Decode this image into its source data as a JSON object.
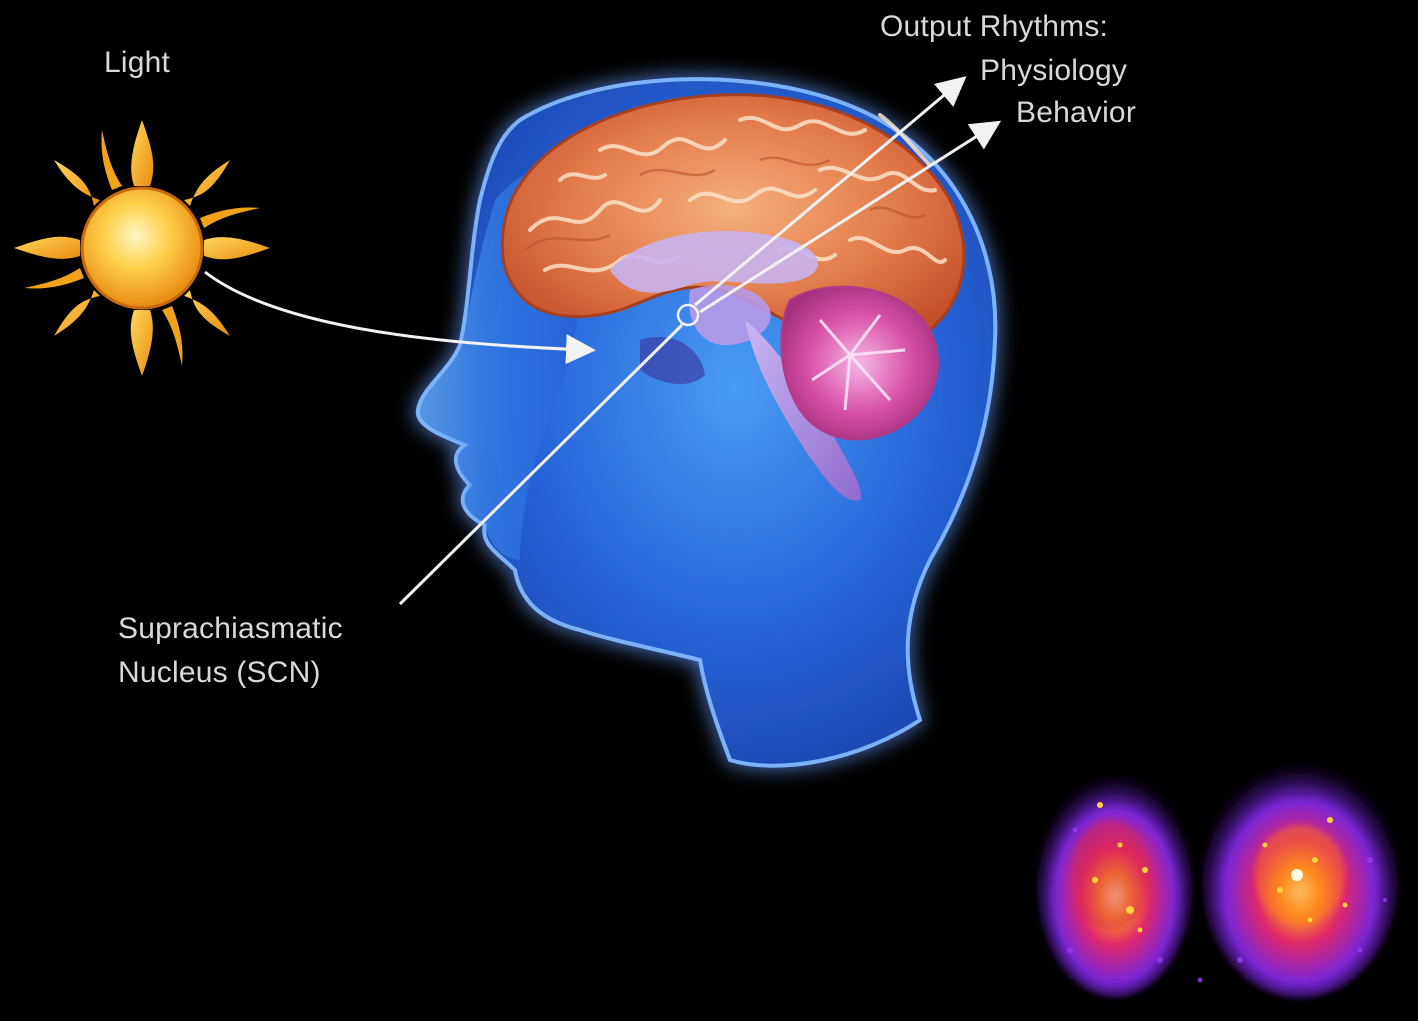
{
  "labels": {
    "light": "Light",
    "output_title": "Output Rhythms:",
    "physiology": "Physiology",
    "behavior": "Behavior",
    "scn_line1": "Suprachiasmatic",
    "scn_line2": "Nucleus (SCN)"
  },
  "colors": {
    "background": "#000000",
    "label_text": "#d9d9d9",
    "head_blue": "#2f6fe0",
    "cortex_orange": "#e27a4a",
    "sun_yellow": "#f7b21e",
    "cerebellum_pink": "#d84fa8",
    "arrow_white": "#f2f2f2"
  },
  "icons": {
    "sun": "sun-icon",
    "head": "head-profile-icon",
    "brain": "brain-icon",
    "scn_cells": "scn-fluorescence-image"
  }
}
